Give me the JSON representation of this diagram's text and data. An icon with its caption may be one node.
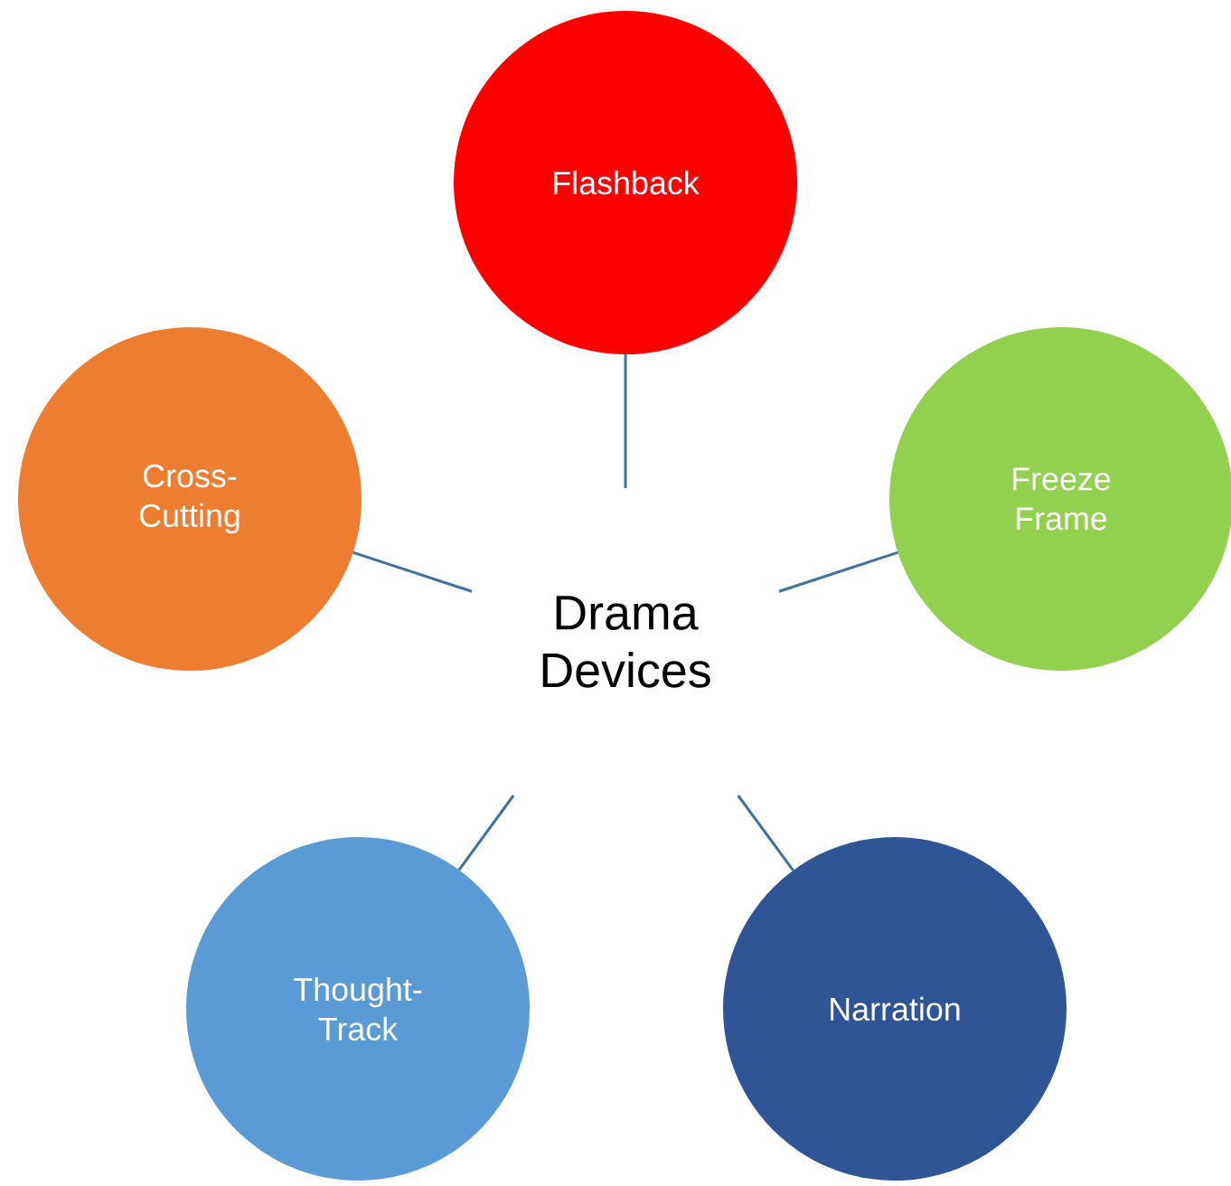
{
  "diagram": {
    "nodes": [
      {
        "text": [
          "Drama Devices"
        ]
      },
      {
        "text": [
          "Flashback"
        ]
      },
      {
        "text": [
          "Freeze Frame"
        ]
      },
      {
        "text": [
          "Narration"
        ]
      },
      {
        "text": [
          "Thought-Track"
        ]
      },
      {
        "text": [
          "Cross-Cutting"
        ]
      }
    ],
    "edges": [
      {
        "from": 0,
        "to": 1,
        "arrow": "none"
      },
      {
        "from": 0,
        "to": 2,
        "arrow": "none"
      },
      {
        "from": 0,
        "to": 3,
        "arrow": "none"
      },
      {
        "from": 0,
        "to": 4,
        "arrow": "none"
      },
      {
        "from": 0,
        "to": 5,
        "arrow": "none"
      }
    ]
  }
}
